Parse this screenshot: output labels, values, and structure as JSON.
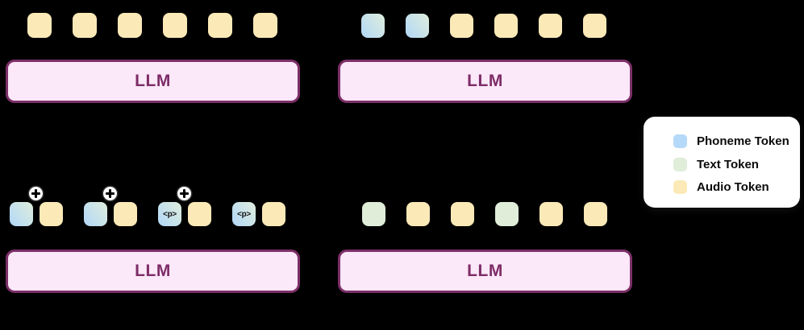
{
  "colors": {
    "background": "#000000",
    "audio": "#FBE9B7",
    "text": "#DFEDD9",
    "phoneme": "#B5D9F9",
    "blend_start": "#B2D7F8",
    "blend_end": "#DFEEDC",
    "llm_fill": "#FBE8F8",
    "llm_border": "#7C2F68",
    "llm_text": "#7D2C67",
    "legend_bg": "#FFFFFF",
    "legend_text": "#0A0A0A",
    "plus_circle": "#FFFFFF",
    "plus_cross": "#000000"
  },
  "panels": [
    {
      "name": "top-left",
      "llm_label": "LLM",
      "tokens": [
        "audio",
        "audio",
        "audio",
        "audio",
        "audio",
        "audio"
      ]
    },
    {
      "name": "top-right",
      "llm_label": "LLM",
      "tokens": [
        "blend",
        "blend",
        "audio",
        "audio",
        "audio",
        "audio"
      ]
    },
    {
      "name": "bottom-left",
      "llm_label": "LLM",
      "right_token": "audio",
      "pairs": [
        {
          "left_token": "blend",
          "left_label": "",
          "plus": true
        },
        {
          "left_token": "blend",
          "left_label": "",
          "plus": true
        },
        {
          "left_token": "blend",
          "left_label": "<p>",
          "plus": true
        },
        {
          "left_token": "blend",
          "left_label": "<p>",
          "plus": false
        }
      ]
    },
    {
      "name": "bottom-right",
      "llm_label": "LLM",
      "tokens": [
        "text",
        "audio",
        "audio",
        "text",
        "audio",
        "audio"
      ]
    }
  ],
  "legend": {
    "items": [
      {
        "color_key": "phoneme",
        "label": "Phoneme Token"
      },
      {
        "color_key": "text",
        "label": "Text Token"
      },
      {
        "color_key": "audio",
        "label": "Audio Token"
      }
    ]
  },
  "symbols": {
    "plus_icon": "+",
    "p_tag": "<p>"
  }
}
